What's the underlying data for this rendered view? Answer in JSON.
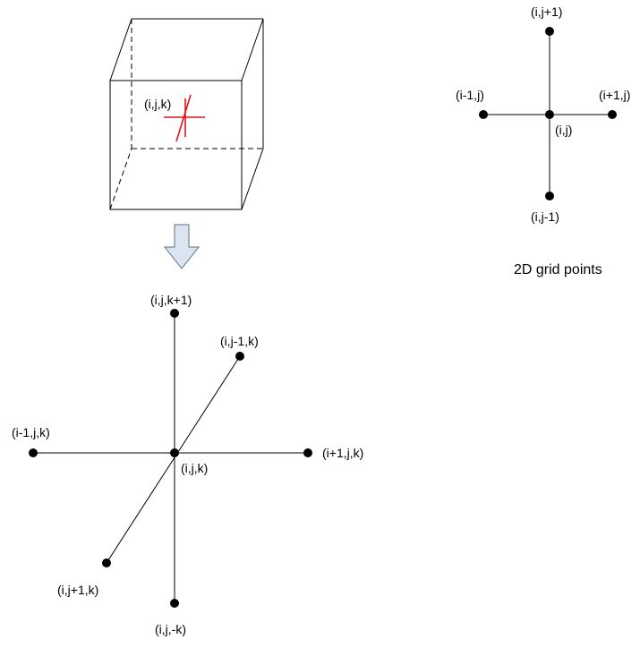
{
  "cube": {
    "center_label": "(i,j,k)",
    "marker_color": "#e0151b"
  },
  "arrow": {
    "fill": "#dbe5f1",
    "stroke": "#5f6f80"
  },
  "grid_3d": {
    "center": "(i,j,k)",
    "up": "(i,j,k+1)",
    "down": "(i,j,-k)",
    "left": "(i-1,j,k)",
    "right": "(i+1,j,k)",
    "upper_right": "(i,j-1,k)",
    "lower_left": "(i,j+1,k)"
  },
  "grid_2d": {
    "center": "(i,j)",
    "up": "(i,j+1)",
    "down": "(i,j-1)",
    "left": "(i-1,j)",
    "right": "(i+1,j)",
    "caption": "2D grid points"
  }
}
